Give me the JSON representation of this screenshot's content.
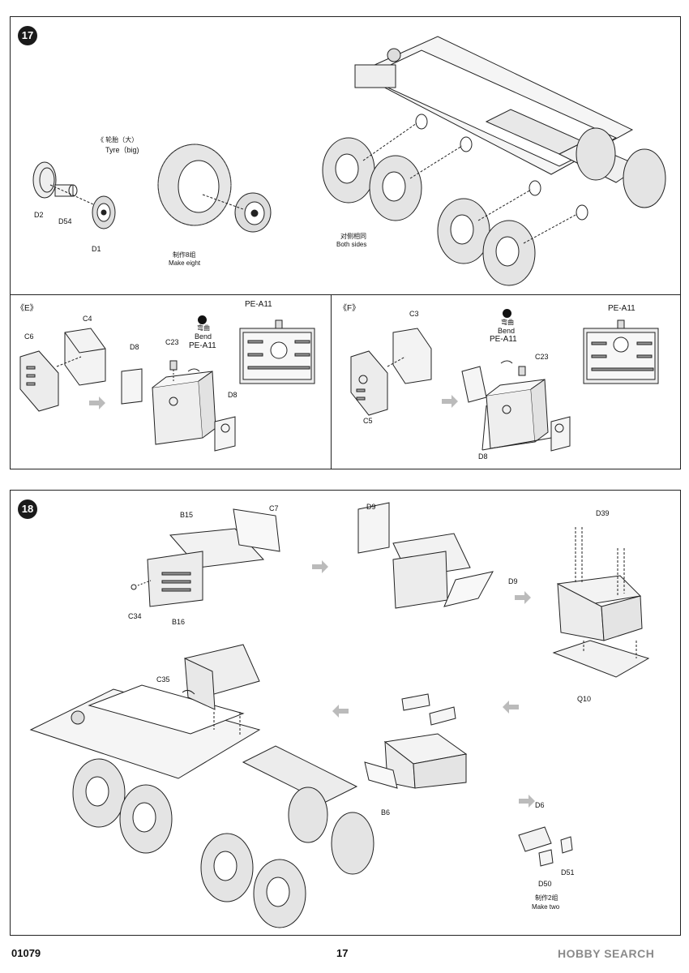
{
  "step17": {
    "number": "17",
    "labels": {
      "d2": "D2",
      "d54": "D54",
      "d1": "D1",
      "tyre_cn": "《 轮胎（大）",
      "tyre_en": "Tyre（big)",
      "make_cn": "制作8组",
      "make_en": "Make eight",
      "both_cn": "对侧相同",
      "both_en": "Both sides"
    },
    "subE": {
      "tag": "《E》",
      "c4": "C4",
      "c6": "C6",
      "d8a": "D8",
      "c23": "C23",
      "bend_cn": "弯曲",
      "bend_en": "Bend",
      "pe": "PE-A11",
      "d8b": "D8",
      "pe_top": "PE-A11"
    },
    "subF": {
      "tag": "《F》",
      "c3": "C3",
      "c5": "C5",
      "bend_cn": "弯曲",
      "bend_en": "Bend",
      "pe": "PE-A11",
      "c23": "C23",
      "d8": "D8",
      "pe_top": "PE-A11"
    }
  },
  "step18": {
    "number": "18",
    "labels": {
      "b15": "B15",
      "c7": "C7",
      "c34": "C34",
      "b16": "B16",
      "d9a": "D9",
      "d9b": "D9",
      "d39": "D39",
      "q10": "Q10",
      "c35": "C35",
      "b6": "B6",
      "d6": "D6",
      "d50": "D50",
      "d51": "D51",
      "make_cn": "制作2组",
      "make_en": "Make two"
    }
  },
  "footer": {
    "code": "01079",
    "page": "17",
    "watermark": "HOBBY SEARCH"
  }
}
